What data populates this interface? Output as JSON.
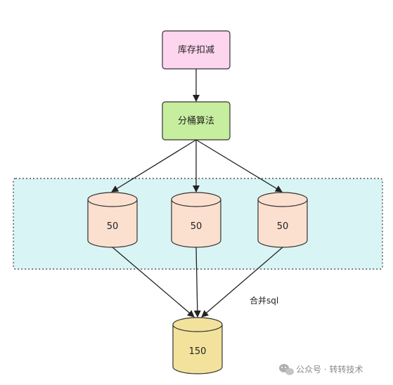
{
  "nodes": {
    "deduct": {
      "label": "库存扣减",
      "fill": "#fdd5ee",
      "stroke": "#333333"
    },
    "bucket": {
      "label": "分桶算法",
      "fill": "#c7ee9f",
      "stroke": "#333333"
    },
    "shard1": {
      "label": "50",
      "fill": "#fbe0cf"
    },
    "shard2": {
      "label": "50",
      "fill": "#fbe0cf"
    },
    "shard3": {
      "label": "50",
      "fill": "#fbe0cf"
    },
    "total": {
      "label": "150",
      "fill": "#f2e29c"
    }
  },
  "group": {
    "fill": "#d9f4f4",
    "stroke": "#333333"
  },
  "edge_label": "合并sql",
  "watermark": {
    "text": "公众号 · 转转技术",
    "icon": "wechat-icon"
  }
}
